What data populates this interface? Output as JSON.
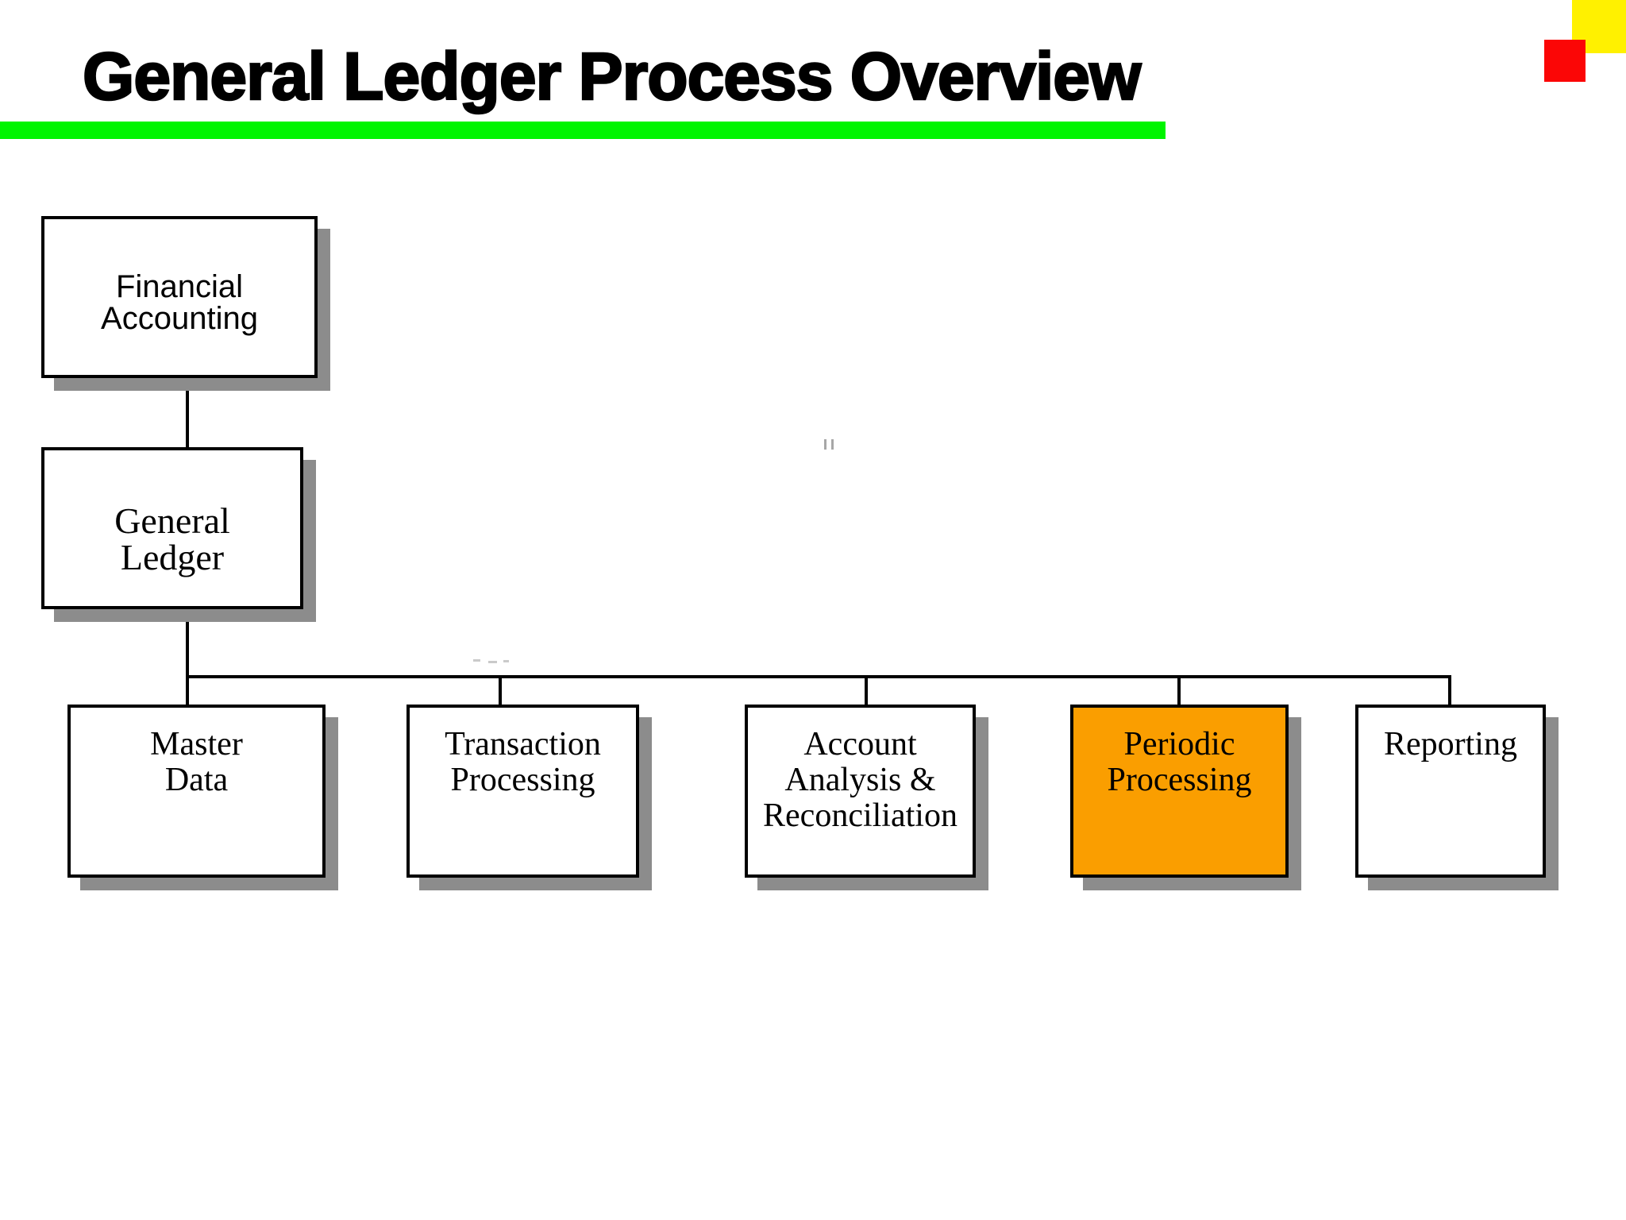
{
  "title": "General Ledger Process Overview",
  "colors": {
    "accent_bar_green": "#00F500",
    "corner_yellow": "#FFF100",
    "corner_red": "#FB0606",
    "highlight_orange": "#FA9E00",
    "box_shadow_gray": "#8C8C8C",
    "line_black": "#000000"
  },
  "nodes": {
    "financial_accounting": {
      "lines": [
        "Financial",
        "Accounting"
      ]
    },
    "general_ledger": {
      "lines": [
        "General",
        "Ledger"
      ]
    },
    "master_data": {
      "lines": [
        "Master",
        "Data"
      ]
    },
    "transaction_processing": {
      "lines": [
        "Transaction",
        "Processing"
      ]
    },
    "account_analysis": {
      "lines": [
        "Account",
        "Analysis &",
        "Reconciliation"
      ]
    },
    "periodic_processing": {
      "lines": [
        "Periodic",
        "Processing"
      ]
    },
    "reporting": {
      "lines": [
        "Reporting"
      ]
    }
  }
}
